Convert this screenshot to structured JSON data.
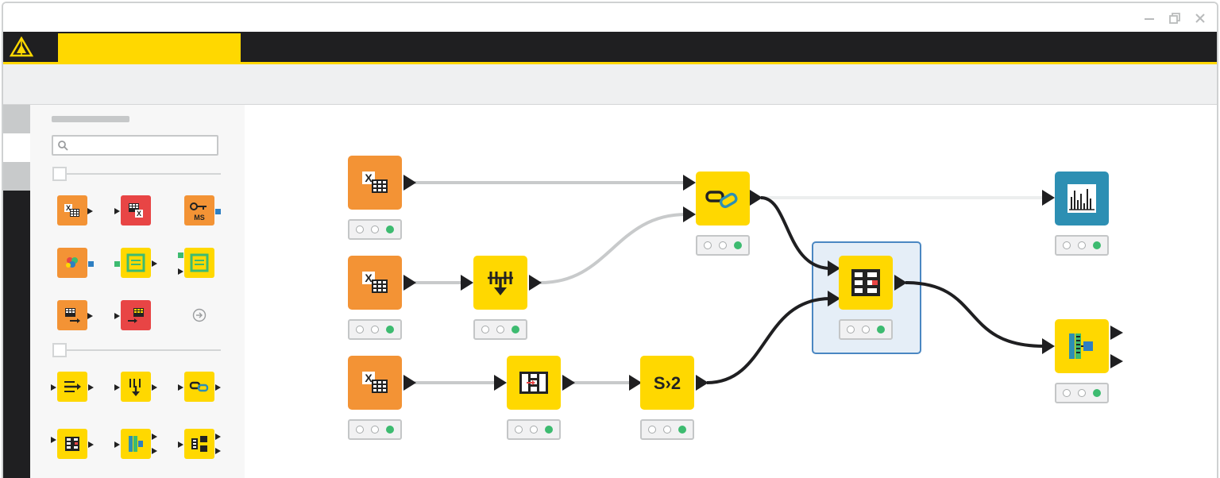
{
  "window": {
    "controls": [
      "minimize-icon",
      "restore-icon",
      "close-icon"
    ]
  },
  "colors": {
    "accent_yellow": "#ffd800",
    "dark_bar": "#1f1f21",
    "reader_orange": "#f39335",
    "writer_red": "#e84545",
    "view_teal": "#2d8fb3",
    "status_green": "#3dbb70",
    "selection_border": "#4a87c2"
  },
  "sidebar": {
    "search": {
      "value": "",
      "placeholder": ""
    },
    "repository_nodes": [
      {
        "icon": "excel-reader-icon",
        "category": "reader"
      },
      {
        "icon": "excel-writer-icon",
        "category": "writer"
      },
      {
        "icon": "db-connector-icon",
        "category": "reader"
      },
      {
        "icon": "color-manager-icon",
        "category": "reader"
      },
      {
        "icon": "table-view-icon",
        "category": "manipulator"
      },
      {
        "icon": "table-view-icon",
        "category": "manipulator"
      },
      {
        "icon": "table-reader-icon",
        "category": "reader"
      },
      {
        "icon": "table-writer-icon",
        "category": "writer"
      },
      {
        "icon": "more-arrow-icon",
        "category": "more"
      },
      {
        "icon": "column-filter-icon",
        "category": "manipulator"
      },
      {
        "icon": "concatenate-icon",
        "category": "manipulator"
      },
      {
        "icon": "link-icon",
        "category": "manipulator"
      },
      {
        "icon": "joiner-icon",
        "category": "manipulator"
      },
      {
        "icon": "rule-splitter-icon",
        "category": "manipulator"
      },
      {
        "icon": "splitter-icon",
        "category": "manipulator"
      }
    ]
  },
  "workflow": {
    "nodes": [
      {
        "id": "excel-reader-1",
        "icon": "excel-reader-icon",
        "category": "reader",
        "status": "executed",
        "text": ""
      },
      {
        "id": "excel-reader-2",
        "icon": "excel-reader-icon",
        "category": "reader",
        "status": "executed",
        "text": ""
      },
      {
        "id": "excel-reader-3",
        "icon": "excel-reader-icon",
        "category": "reader",
        "status": "executed",
        "text": ""
      },
      {
        "id": "concatenate",
        "icon": "concatenate-icon",
        "category": "manipulator",
        "status": "executed",
        "text": ""
      },
      {
        "id": "column-filter",
        "icon": "column-filter-icon",
        "category": "manipulator",
        "status": "executed",
        "text": ""
      },
      {
        "id": "string-to-number",
        "icon": "s2-icon",
        "category": "manipulator",
        "status": "executed",
        "text": "S›2"
      },
      {
        "id": "cross-joiner",
        "icon": "link-icon",
        "category": "manipulator",
        "status": "executed",
        "text": ""
      },
      {
        "id": "joiner",
        "icon": "joiner-icon",
        "category": "manipulator",
        "status": "executed",
        "text": "",
        "selected": true
      },
      {
        "id": "bar-chart",
        "icon": "bar-chart-icon",
        "category": "view",
        "status": "executed",
        "text": ""
      },
      {
        "id": "rule-splitter",
        "icon": "rule-splitter-icon",
        "category": "manipulator",
        "status": "executed",
        "text": ""
      }
    ]
  }
}
